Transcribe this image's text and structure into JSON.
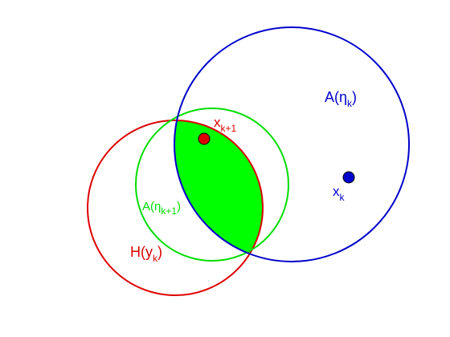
{
  "labels": {
    "blue_set": {
      "main": "A(η",
      "sub": "k",
      "close": ")"
    },
    "blue_point": {
      "main": "x",
      "sub": "k"
    },
    "red_point": {
      "main": "x",
      "sub": "k+1"
    },
    "green_set": {
      "main": "A(η",
      "sub": "k+1",
      "close": ")"
    },
    "red_set": {
      "main": "H(y",
      "sub": "k",
      "close": ")"
    }
  },
  "colors": {
    "blue": "#0000cc",
    "red": "#dd0000",
    "green": "#00dd00",
    "green_fill": "#00ff00",
    "background": "#ffffff"
  }
}
